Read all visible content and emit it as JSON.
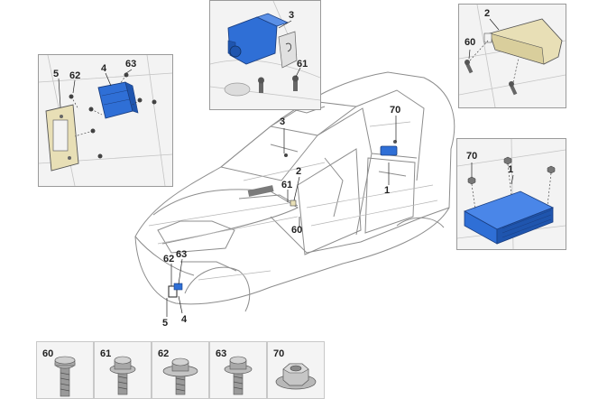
{
  "main_callouts": {
    "c70": "70",
    "c3": "3",
    "c2": "2",
    "c61": "61",
    "c1": "1",
    "c60": "60",
    "c62": "62",
    "c63": "63",
    "c5": "5",
    "c4": "4"
  },
  "inset_bracket": {
    "c5": "5",
    "c62": "62",
    "c4": "4",
    "c63": "63"
  },
  "inset_camera": {
    "c3": "3",
    "c61": "61"
  },
  "inset_sensor": {
    "c2": "2",
    "c60": "60"
  },
  "inset_module": {
    "c70": "70",
    "c1": "1"
  },
  "fasteners": [
    {
      "label": "60",
      "icon": "screw-icon"
    },
    {
      "label": "61",
      "icon": "flange-screw-icon"
    },
    {
      "label": "62",
      "icon": "washer-screw-icon"
    },
    {
      "label": "63",
      "icon": "flange-screw-icon"
    },
    {
      "label": "70",
      "icon": "hex-nut-icon"
    }
  ],
  "colors": {
    "part_blue": "#2f6fd6",
    "part_gold": "#e8dfb6",
    "line": "#3a3a3a",
    "ghost": "#c9c9c9"
  }
}
